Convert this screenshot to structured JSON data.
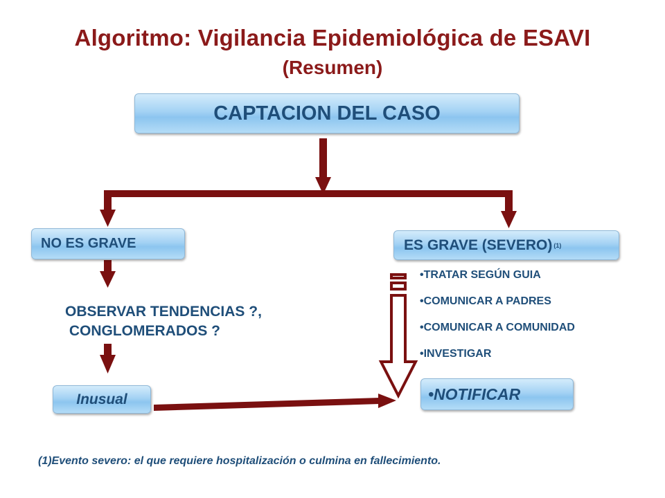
{
  "title": {
    "main": "Algoritmo: Vigilancia Epidemiológica de ESAVI",
    "sub": "(Resumen)"
  },
  "nodes": {
    "captacion": "CAPTACION DEL CASO",
    "no_grave": "NO ES GRAVE",
    "grave": "ES GRAVE (SEVERO)",
    "grave_ref": "(1)",
    "observar": "OBSERVAR TENDENCIAS ?,\n CONGLOMERADOS ?",
    "inusual": "Inusual",
    "notificar": "•NOTIFICAR"
  },
  "actions": [
    "•TRATAR SEGÚN GUIA",
    "•COMUNICAR A PADRES",
    "•COMUNICAR A COMUNIDAD",
    "•INVESTIGAR"
  ],
  "footnote": "(1)Evento severo: el que requiere hospitalización o culmina en fallecimiento.",
  "colors": {
    "title": "#8b1a1a",
    "arrow": "#7a1010",
    "box_text": "#1f4e79",
    "box_fill": "#a4d2f4"
  }
}
